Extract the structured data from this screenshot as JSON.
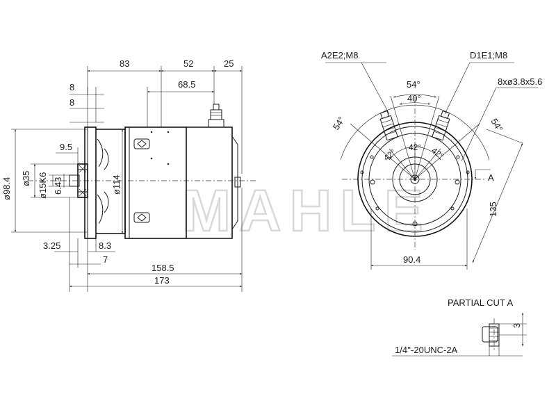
{
  "watermark": "MAHLE",
  "side_view": {
    "dims_top": [
      "83",
      "52",
      "25",
      "68.5"
    ],
    "dims_left_small": [
      "8",
      "8",
      "9.5"
    ],
    "dia_outer": "ø98.4",
    "dia_35": "ø35",
    "dia_shaft": "ø15K6",
    "key": "6.43",
    "dia_body": "ø114",
    "dims_bottom": [
      "3.25",
      "8.3",
      "7",
      "158.5",
      "173"
    ]
  },
  "end_view": {
    "terminal_left": "A2E2;M8",
    "terminal_right": "D1E1;M8",
    "holes": "8xø3.8x5.6",
    "angles_outer": [
      "54°",
      "54°",
      "54°"
    ],
    "angle_top_inner": "40°",
    "angles_inner": [
      "42°",
      "42°",
      "42°"
    ],
    "cut_marker": "A",
    "dim_height": "135",
    "dim_width": "90.4"
  },
  "detail": {
    "title": "PARTIAL CUT A",
    "dim": "3",
    "thread": "1/4''-20UNC-2A"
  }
}
